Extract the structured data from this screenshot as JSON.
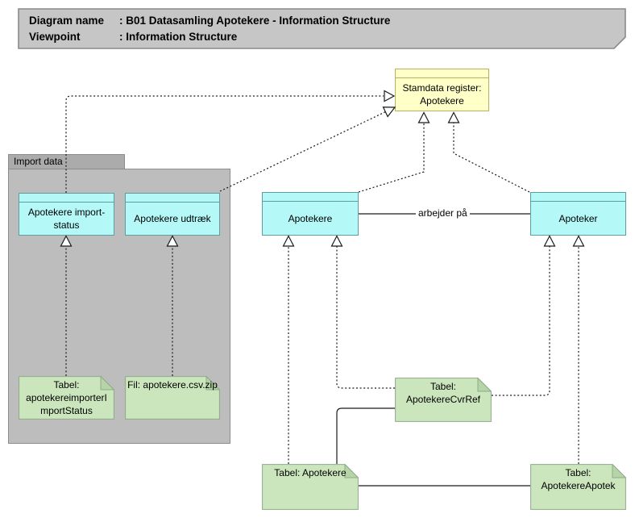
{
  "banner": {
    "rows": [
      {
        "label": "Diagram name",
        "sep": ":",
        "value": "B01 Datasamling Apotekere - Information Structure"
      },
      {
        "label": "Viewpoint",
        "sep": ":",
        "value": "Information Structure"
      }
    ]
  },
  "group": {
    "label": "Import data"
  },
  "nodes": {
    "stamdata": {
      "label": "Stamdata register:\nApotekere"
    },
    "import_status": {
      "label": "Apotekere import-\nstatus"
    },
    "udtraek": {
      "label": "Apotekere udtræk"
    },
    "apotekere": {
      "label": "Apotekere"
    },
    "apoteker": {
      "label": "Apoteker"
    },
    "note_import_status": {
      "label": "Tabel:\napotekereimporterI\nmportStatus"
    },
    "note_fil": {
      "label": "Fil: apotekere.csv.zip"
    },
    "note_cvrref": {
      "label": "Tabel:\nApotekereCvrRef"
    },
    "note_tabel_apotekere": {
      "label": "Tabel: Apotekere"
    },
    "note_apotekereapotek": {
      "label": "Tabel:\nApotekereApotek"
    }
  },
  "relations": {
    "arbejder_pa_label": "arbejder på"
  },
  "colors": {
    "banner_fill": "#c6c6c6",
    "banner_border": "#8a8a8a",
    "group_tab_fill": "#ababab",
    "group_body_fill": "#bdbdbd",
    "group_border": "#8c8c8c",
    "object_fill": "#b4f8f8",
    "object_border": "#5f9ea0",
    "stamdata_fill": "#ffffc8",
    "stamdata_border": "#b8b165",
    "note_fill": "#cbe6bd",
    "note_fold_fill": "#b6d5a7",
    "note_border": "#8fa98a",
    "line_color": "#1a1a1a"
  }
}
